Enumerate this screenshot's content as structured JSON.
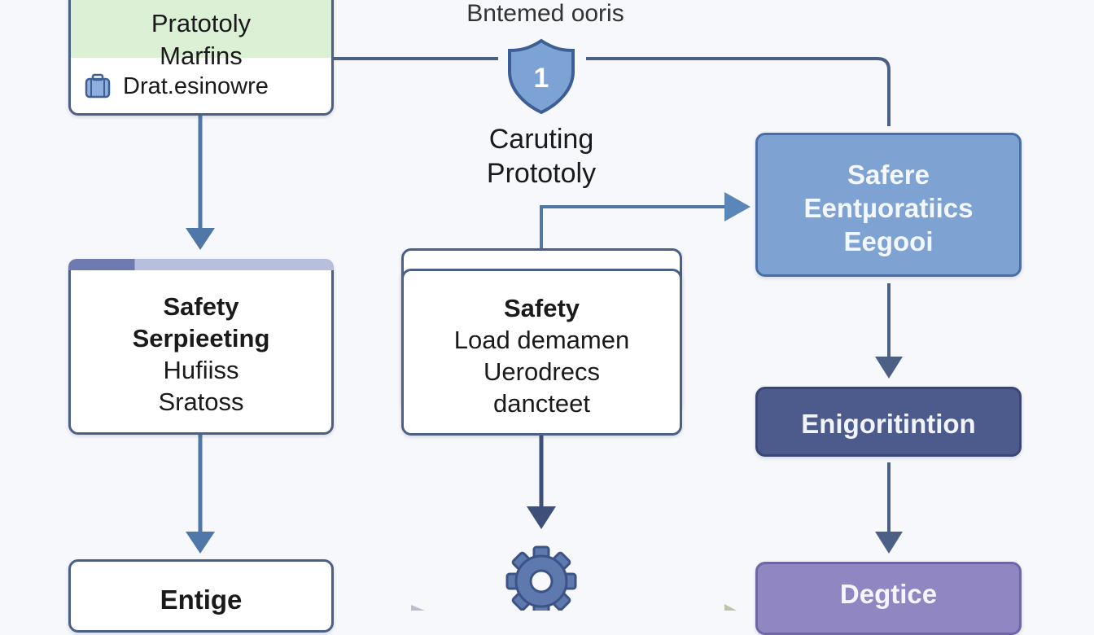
{
  "header_caption": "Bntemed ooris",
  "shield_badge": "1",
  "center_caption": [
    "Caruting",
    "Prototoly"
  ],
  "nodes": {
    "top_left": {
      "lines": [
        "Pratotoly",
        "Marfins"
      ],
      "row_text": "Drat.esinowre"
    },
    "middle_left": {
      "lines": [
        "Safety",
        "Serpieeting",
        "Hufiiss",
        "Sratoss"
      ]
    },
    "middle_center": {
      "lines": [
        "Safety",
        "Load demamen",
        "Uerodrecs",
        "dancteet"
      ]
    },
    "right_top": {
      "lines": [
        "Safere",
        "Eentµoratiics",
        "Eegooi"
      ]
    },
    "right_middle": {
      "lines": [
        "Enigoritintion"
      ]
    },
    "bottom_left": {
      "lines": [
        "Entige"
      ]
    },
    "bottom_right": {
      "lines": [
        "Degtice"
      ]
    }
  },
  "colors": {
    "connector": "#4c5f85",
    "arrow_blue": "#4f78a8",
    "right_top_fill": "#7ea2d2",
    "right_middle_fill": "#4d5a8c",
    "bottom_right_fill": "#8f86c2",
    "top_left_header_fill": "#dcf0d6"
  },
  "icons": [
    "briefcase-icon",
    "shield-icon",
    "gear-icon"
  ]
}
